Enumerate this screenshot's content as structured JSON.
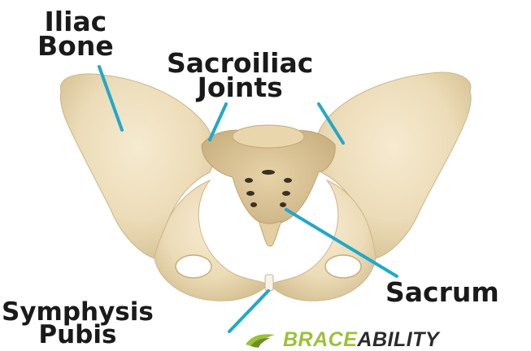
{
  "labels": {
    "iliac_bone": [
      "Iliac",
      "Bone"
    ],
    "sacroiliac_joints": [
      "Sacroiliac",
      "Joints"
    ],
    "sacrum": "Sacrum",
    "symphysis_pubis": [
      "Symphysis",
      "Pubis"
    ]
  },
  "brand": {
    "part1": "BRACE",
    "part2": "ABILITY",
    "logo_icon": "brace-logo-icon"
  },
  "colors": {
    "pointer": "#22a8c8",
    "bone": "#ecdcb8",
    "label_text": "#1a1a1a",
    "brand_green": "#9cc13a",
    "brand_dark": "#2b2b2b"
  }
}
